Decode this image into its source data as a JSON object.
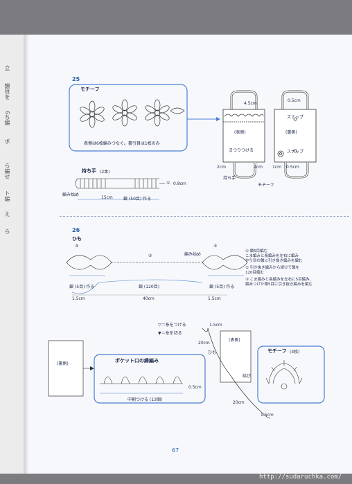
{
  "gutter_text": [
    "立",
    "鎖目を",
    "6ち編",
    "ボ",
    "ら編せ",
    "ト編",
    "え",
    "ら"
  ],
  "section25": {
    "number": "25",
    "motif_title": "モチーフ",
    "motif_caption": "表側は6枚編みつなぐ。裏引目は1枚のみ",
    "bag_front": "(表側)",
    "bag_back": "(裏側)",
    "sew_label": "まつりつける",
    "dim_45": "4.5cm",
    "dim_2cm_a": "2cm",
    "dim_2cm_b": "2cm",
    "dim_05_top": "0.5cm",
    "dim_05_bot": "0.5cm",
    "dim_1cm": "1cm",
    "snap_top": "スナップ",
    "snap_bot": "スナップ",
    "handle_label": "持ち手",
    "motif_label": "モチーフ",
    "handle_title": "持ち手",
    "handle_count": "(2本)",
    "start_label": "編み始め",
    "dim_15": "15cm",
    "chain_50": "鎖 (50目) 作る",
    "dim_08": "0.8cm",
    "circle_1": "①"
  },
  "section26": {
    "number": "26",
    "cord_title": "ひも",
    "mark_3a": "③",
    "mark_2": "②",
    "mark_3b": "③",
    "start_label": "編み始め",
    "chain_5a": "鎖 (5目) 作る",
    "chain_120": "鎖 (120目)",
    "chain_5b": "鎖 (5目) 作る",
    "dim_15a": "1.5cm",
    "dim_40": "40cm",
    "dim_15b": "1.5cm",
    "notes": [
      "① 鎖5目編む\nこま編みと長編みを左右に編み\nやり目の鎖に引き抜き編みを編む",
      "② 引き抜き編みから続けて鎖を\n120目編む",
      "③ こま編みと長編みを左右に5目編み、\n編みつけた鎖5目に引き抜き編みを編む"
    ],
    "legend_attach": "▽＝糸をつける",
    "legend_cut": "▼＝糸を切る",
    "back_label": "(裏側)",
    "pocket_title": "ポケット口の縁編み",
    "pocket_start": "中割つける (13個)",
    "back_label2": "(表側)",
    "cord_label": "ひも",
    "dim_15c": "1.5cm",
    "dim_20a": "20cm",
    "dim_20b": "20cm",
    "dim_15d": "1.5cm",
    "knot": "結び",
    "dim_05": "0.5cm",
    "motif_title": "モチーフ",
    "motif_count": "(4枚)"
  },
  "folio": "67",
  "watermark": "http://sudaruchka.com/"
}
